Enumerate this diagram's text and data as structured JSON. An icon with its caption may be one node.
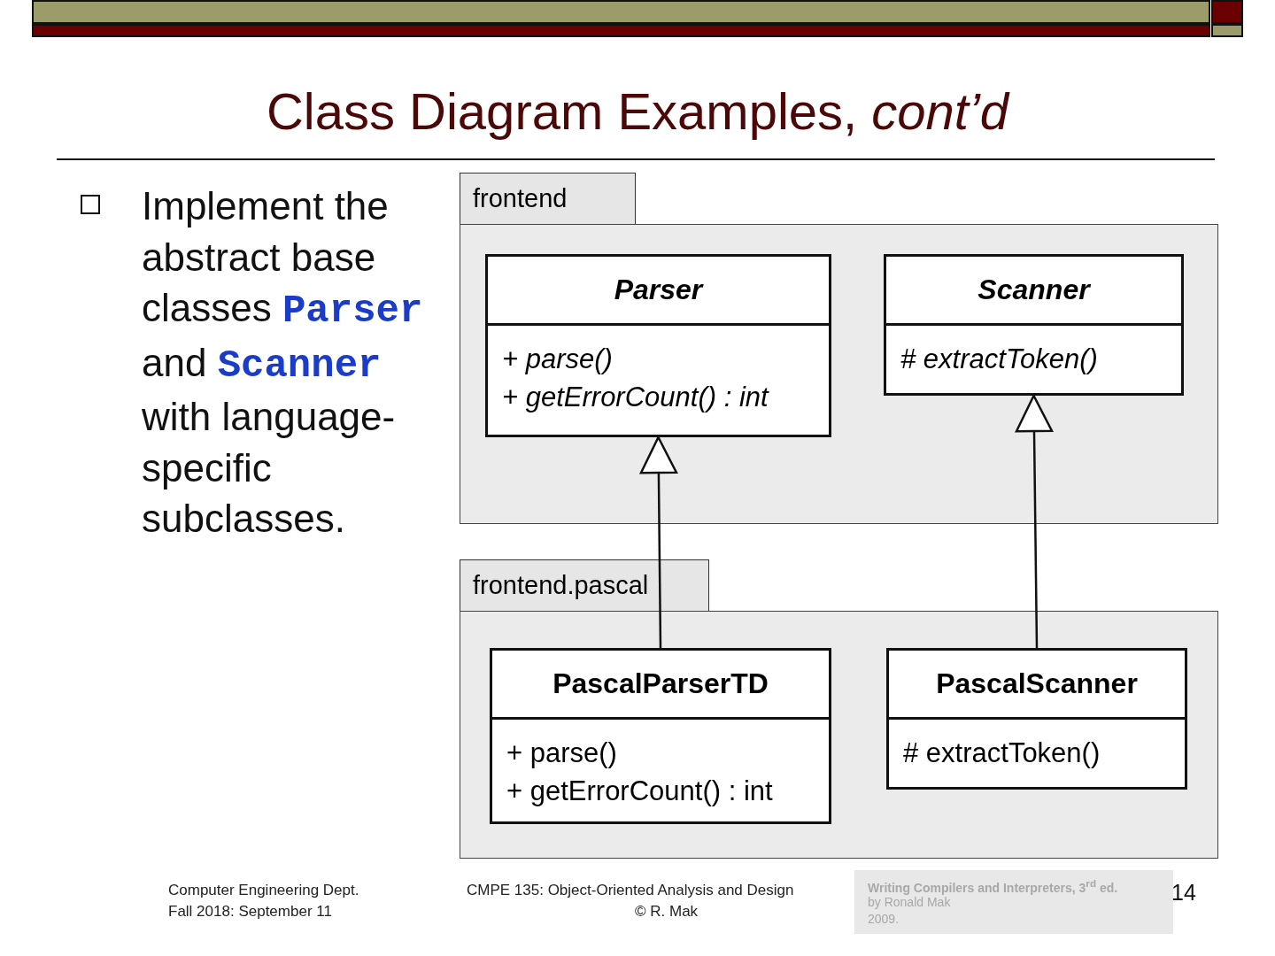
{
  "diagram": {
    "title": "Class Diagram Examples, *cont’d*",
    "nodes": [
      {
        "text": [
          "frontend"
        ]
      },
      {
        "text": [
          "Parser",
          "+ parse()",
          "+ getErrorCount() : int"
        ],
        "in": 0
      },
      {
        "text": [
          "Scanner",
          "# extractToken()"
        ],
        "in": 0
      },
      {
        "text": [
          "frontend.pascal"
        ]
      },
      {
        "text": [
          "PascalParserTD",
          "+ parse()",
          "+ getErrorCount() : int"
        ],
        "in": 3
      },
      {
        "text": [
          "PascalScanner",
          "# extractToken()"
        ],
        "in": 3
      }
    ],
    "edges": [
      {
        "from": 4,
        "to": 1,
        "arrow": "to"
      },
      {
        "from": 5,
        "to": 2,
        "arrow": "to"
      }
    ],
    "labels": [
      "Implement the abstract base classes **Parser** and **Scanner** with language-specific subclasses.",
      "Computer Engineering Dept.",
      "Fall 2018: September 11",
      "CMPE 135: Object-Oriented Analysis and Design",
      "© R. Mak",
      "Writing Compilers and Interpreters, 3$^{rd}$ ed.",
      "by Ronald Mak",
      "2009.",
      "14"
    ]
  }
}
